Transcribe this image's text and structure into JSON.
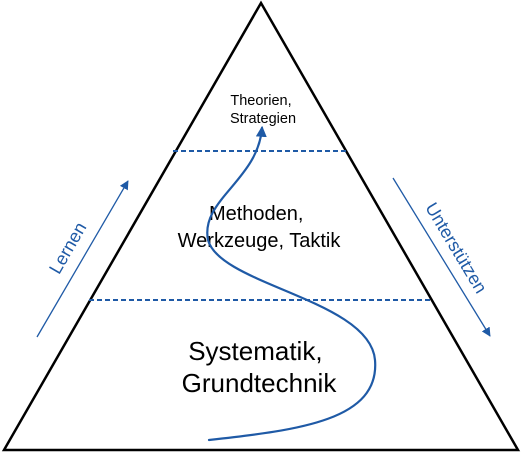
{
  "levels": {
    "top": {
      "line1": "Theorien,",
      "line2": "Strategien"
    },
    "middle": {
      "line1": "Methoden,",
      "line2": "Werkzeuge, Taktik"
    },
    "bottom": {
      "line1": "Systematik,",
      "line2": "Grundtechnik"
    }
  },
  "arrows": {
    "left_label": "Lernen",
    "right_label": "Unterstützen"
  },
  "colors": {
    "outline": "#000000",
    "accent": "#1f5aa6",
    "text": "#000000"
  }
}
